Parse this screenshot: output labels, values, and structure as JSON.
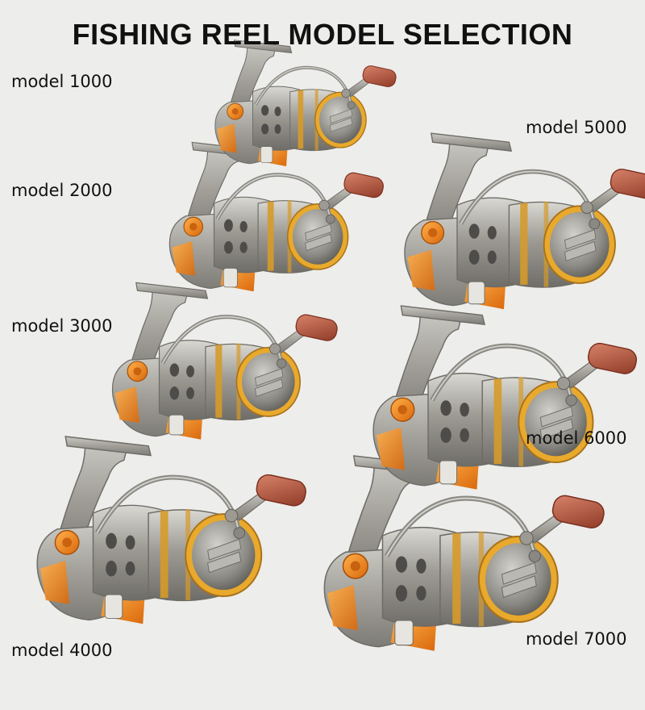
{
  "title": "FISHING REEL MODEL SELECTION",
  "models": [
    {
      "label": "model 1000"
    },
    {
      "label": "model 2000"
    },
    {
      "label": "model 3000"
    },
    {
      "label": "model 4000"
    },
    {
      "label": "model 5000"
    },
    {
      "label": "model 6000"
    },
    {
      "label": "model 7000"
    }
  ],
  "colors": {
    "background": "#ededeb",
    "body_silver": "#a7a69f",
    "accent_orange": "#f08a1e",
    "spool_gold": "#e0a12a",
    "handle_wood": "#b5553a"
  }
}
